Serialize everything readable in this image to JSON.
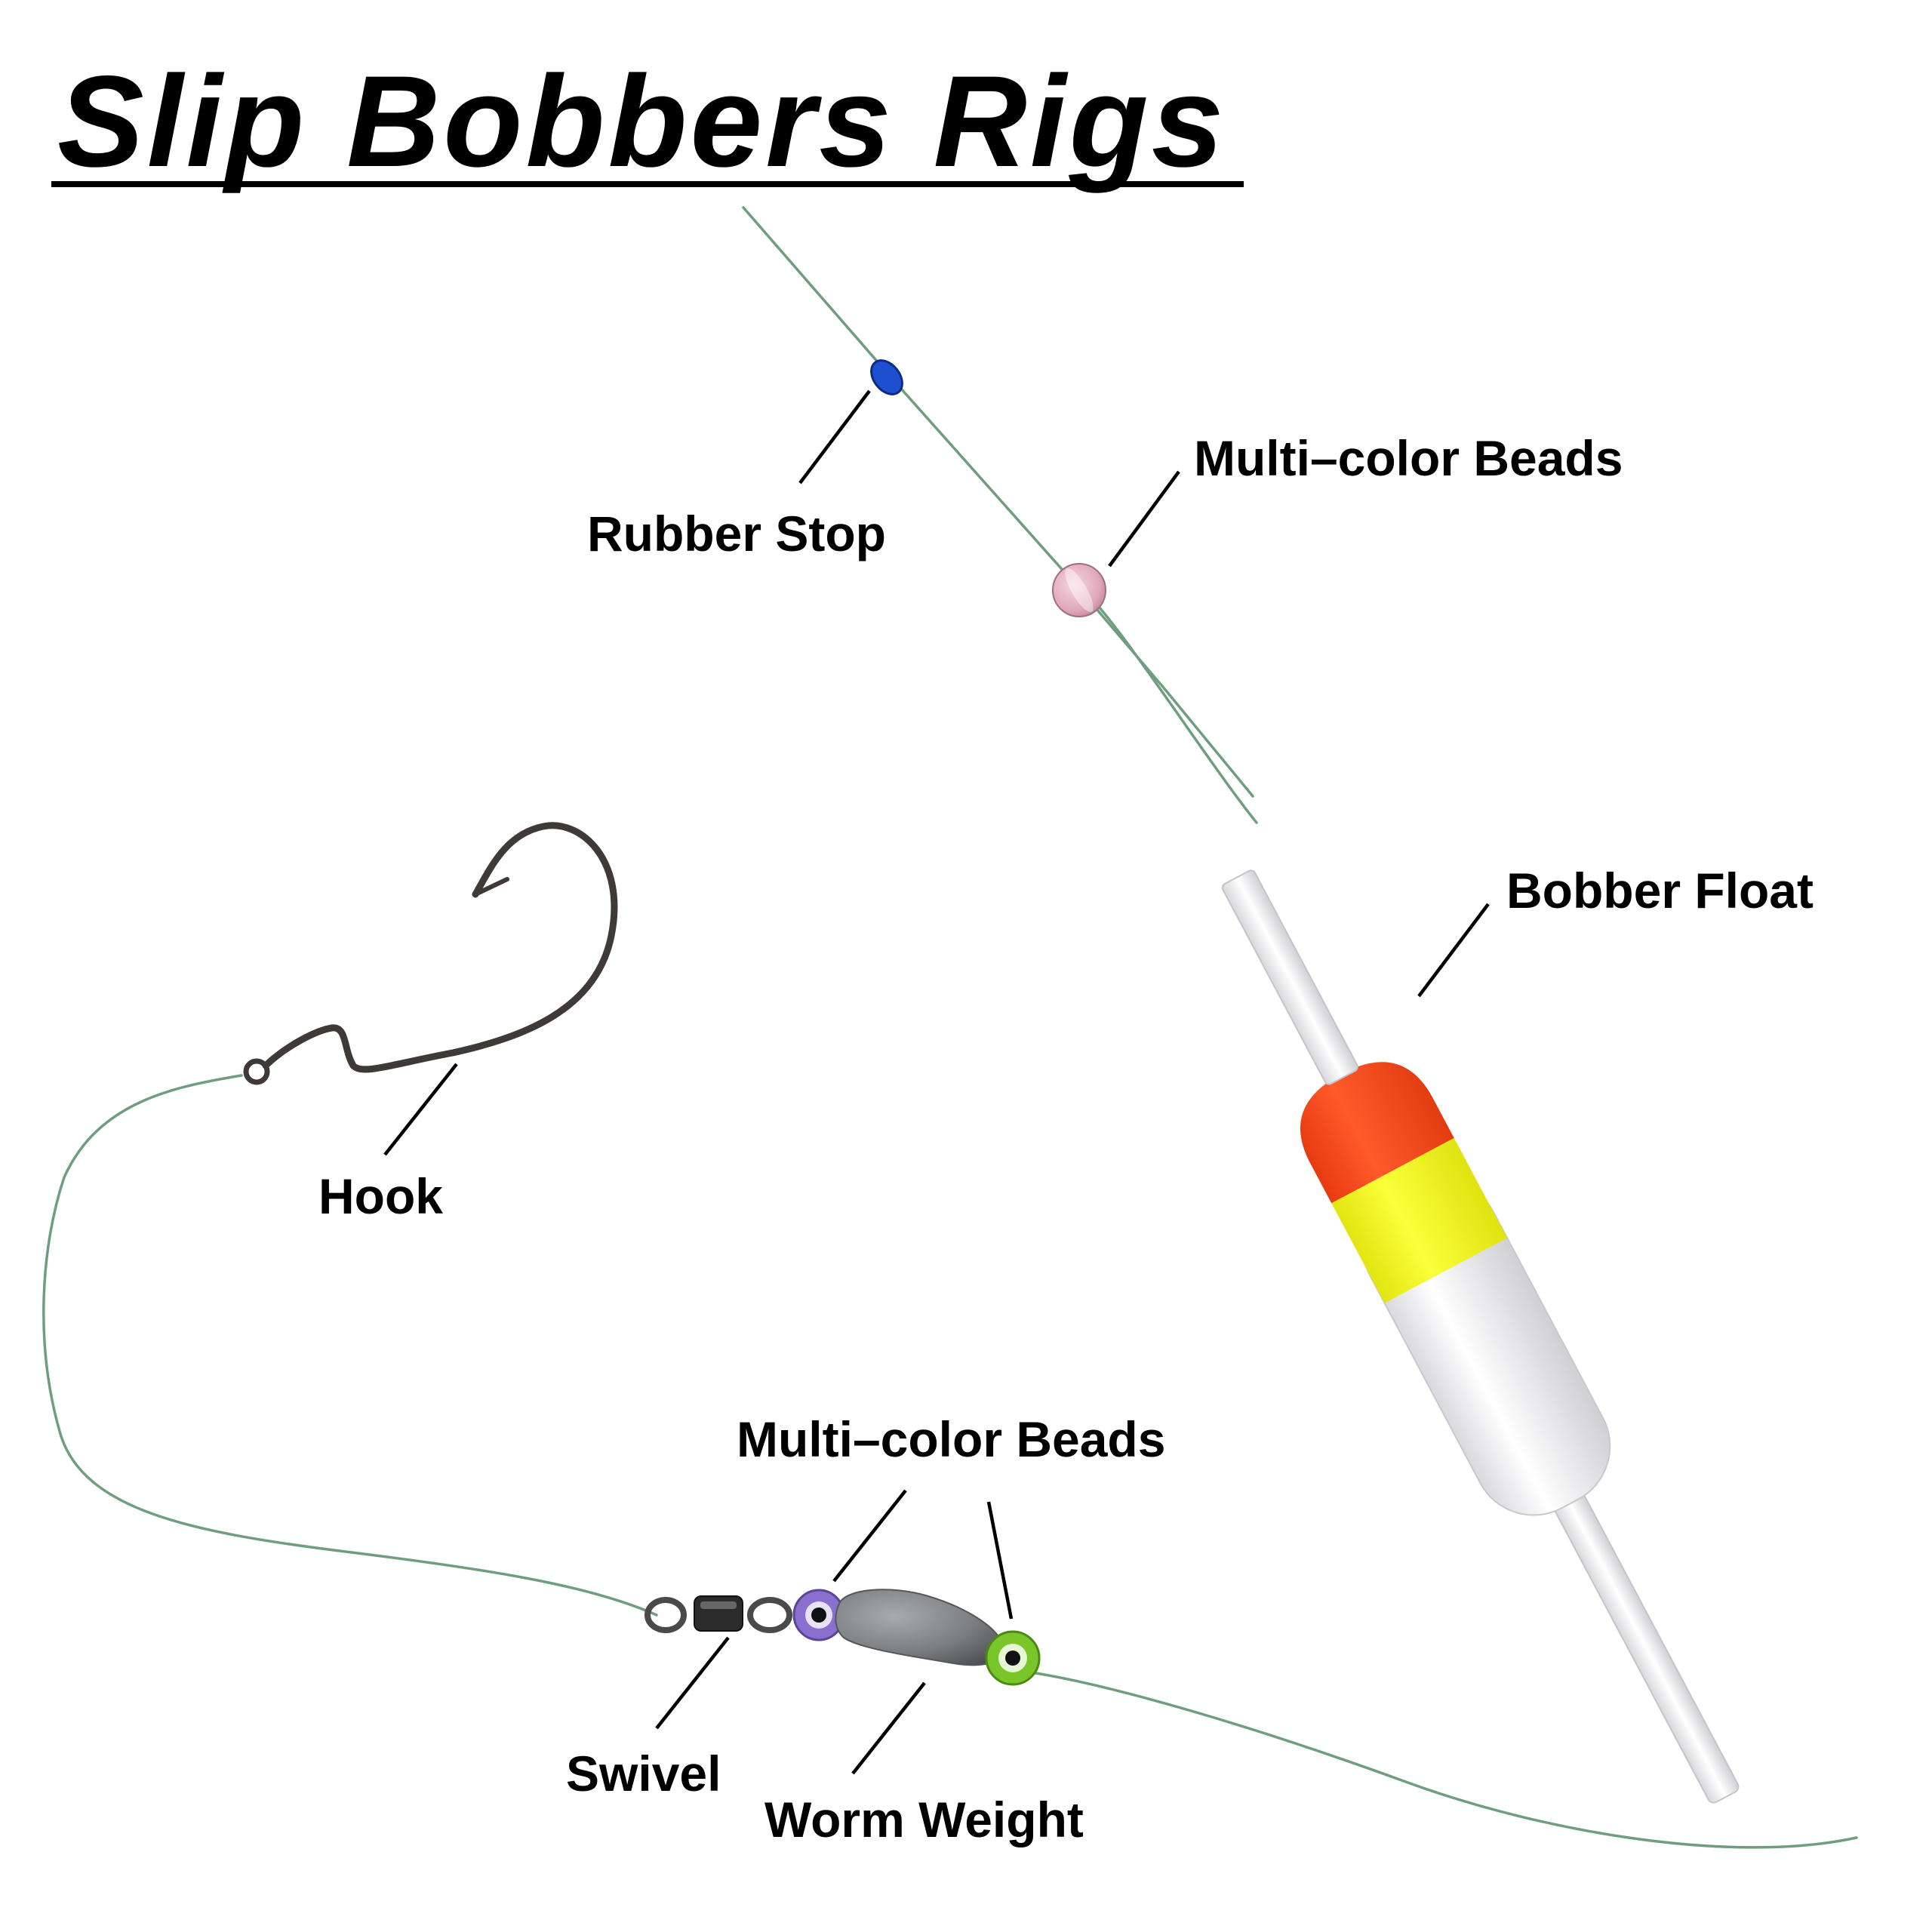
{
  "title": "Slip Bobbers Rigs",
  "labels": {
    "rubber_stop": "Rubber Stop",
    "top_beads": "Multi–color Beads",
    "bobber_float": "Bobber Float",
    "hook": "Hook",
    "bottom_beads": "Multi–color Beads",
    "swivel": "Swivel",
    "worm_weight": "Worm Weight"
  },
  "colors": {
    "line": "#6f9e7f",
    "float_top": "#ff4a1c",
    "float_middle": "#f3f617",
    "float_body": "#f1f1f3",
    "rubber_stop": "#1f4fd1",
    "top_bead": "#e6aec0",
    "bottom_bead_purple": "#8a6fcf",
    "bottom_bead_green": "#7ac52a",
    "weight": "#7b7d80",
    "hook": "#3f3a37",
    "swivel": "#2b2b2b"
  }
}
